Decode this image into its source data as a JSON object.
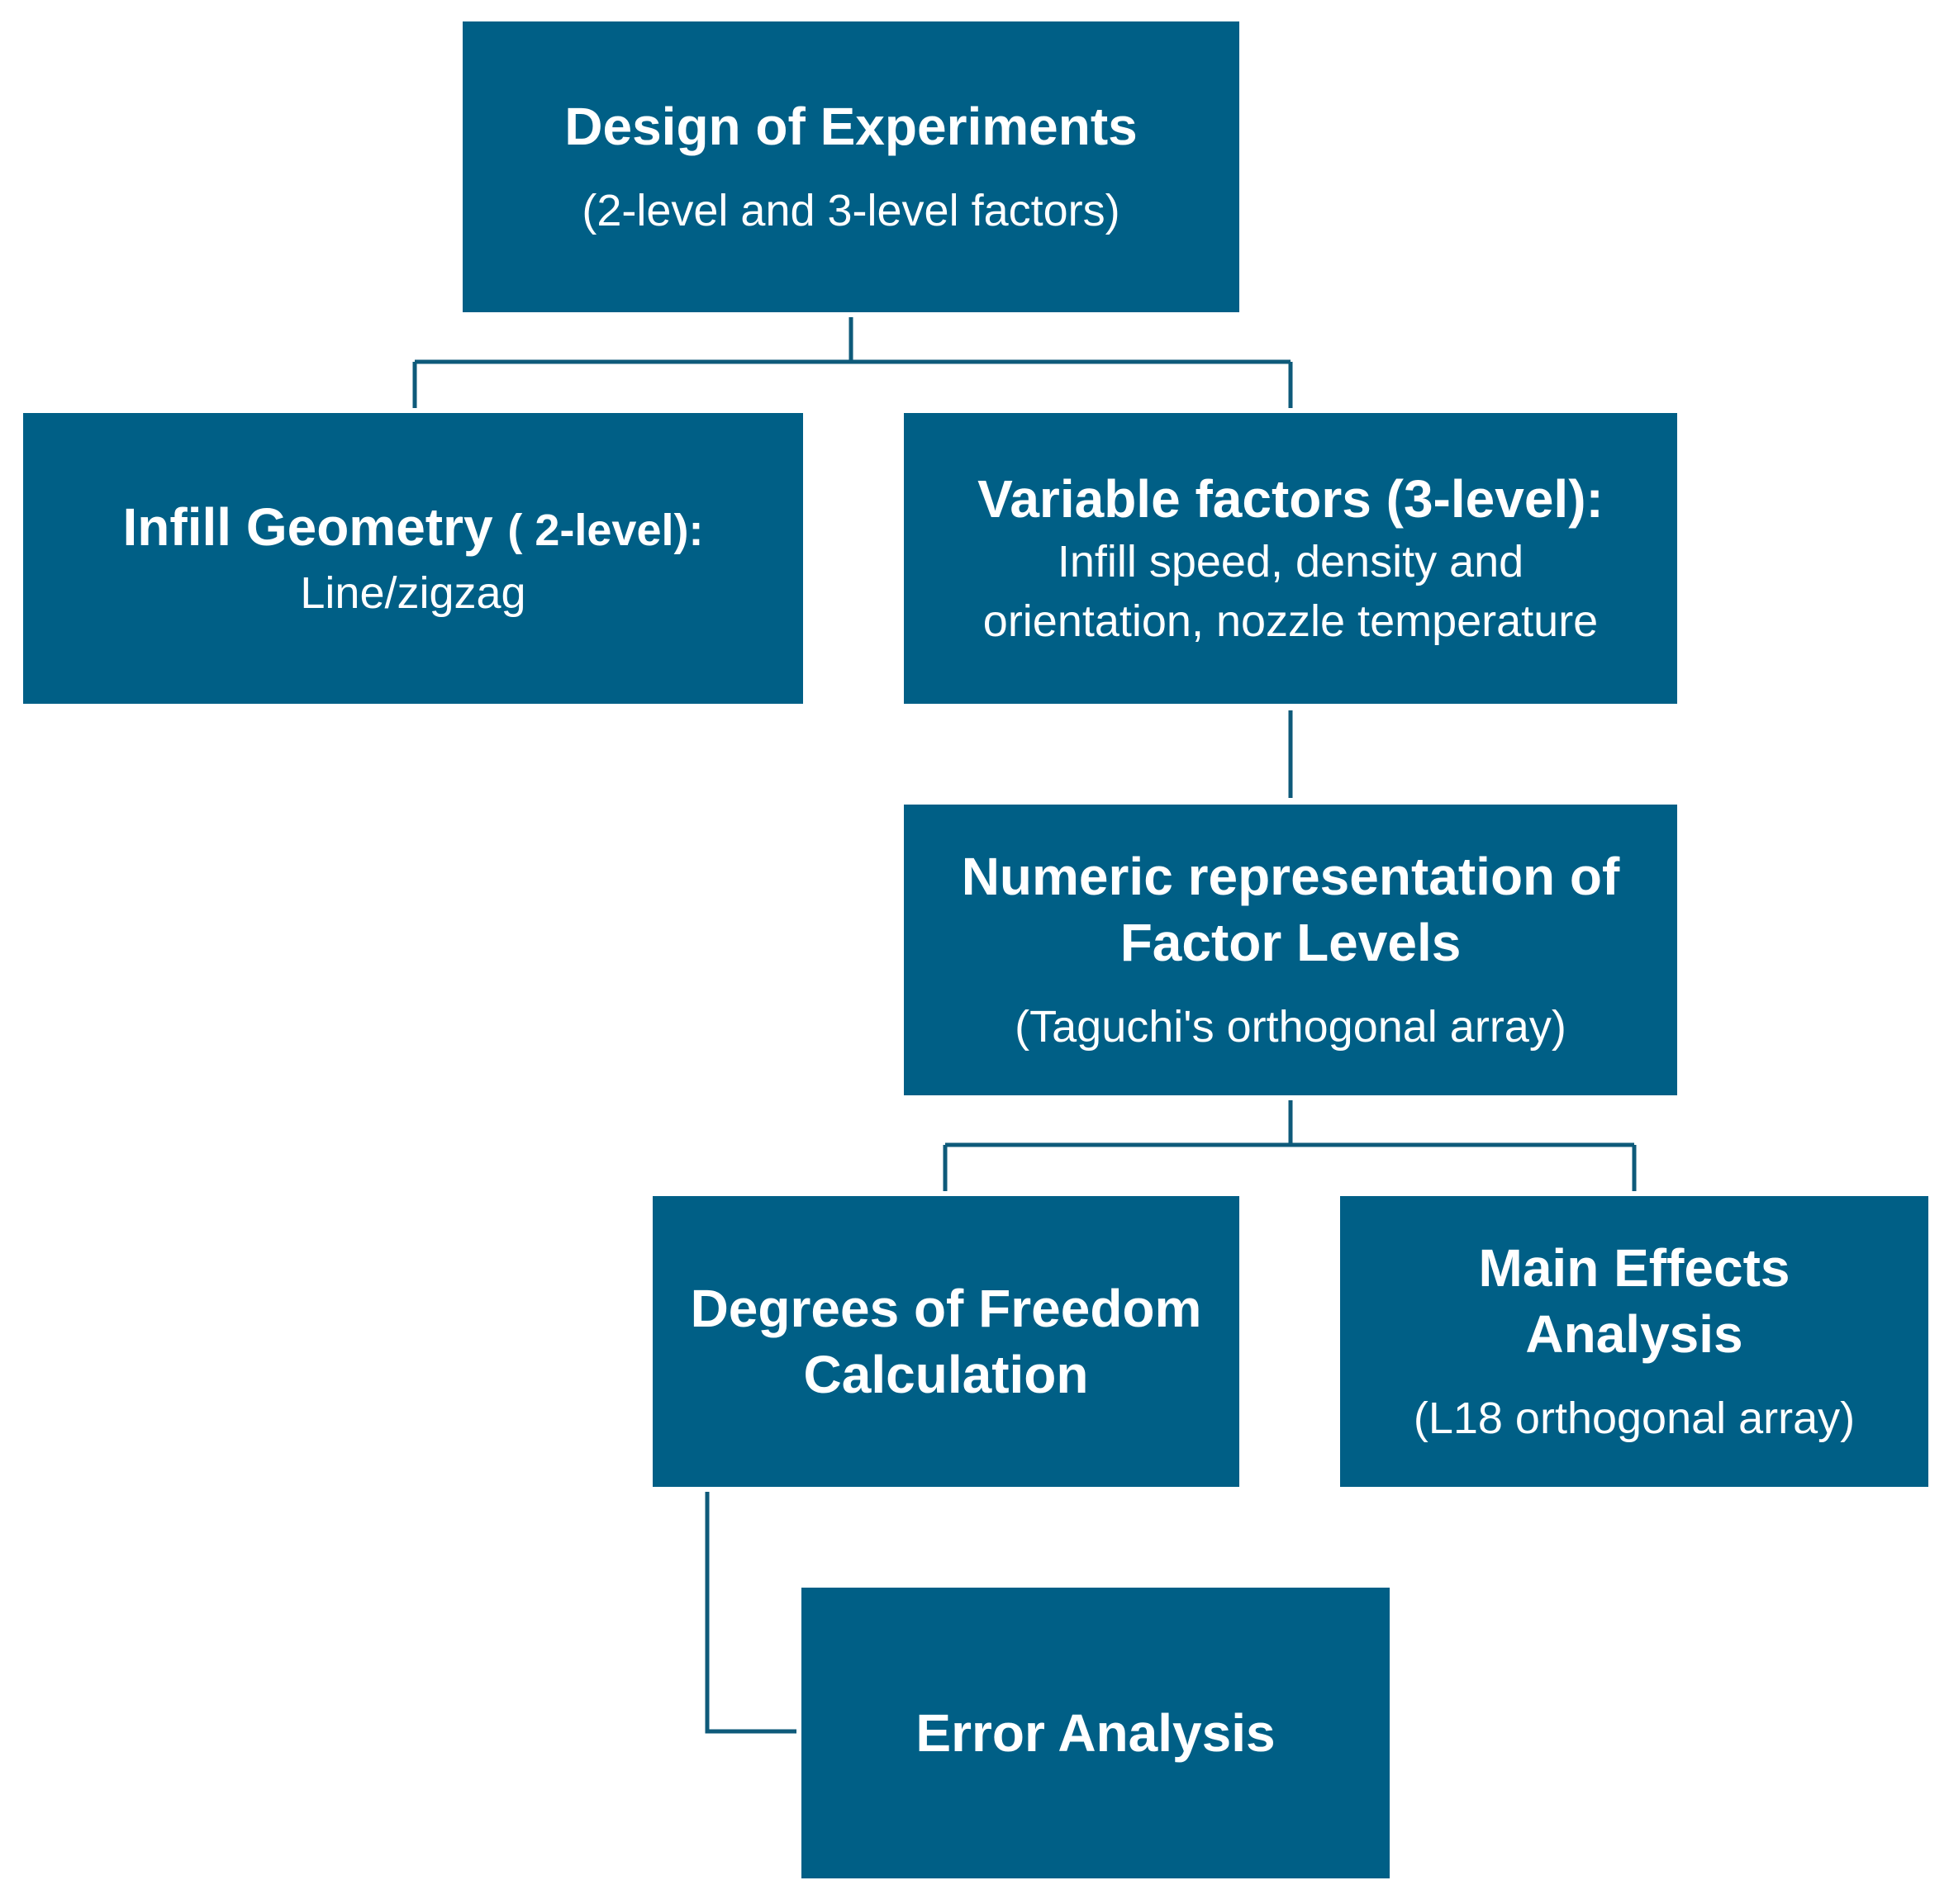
{
  "colors": {
    "box_fill": "#005f86",
    "connector": "#0e5a7a",
    "text": "#ffffff",
    "background": "#ffffff"
  },
  "nodes": {
    "doe": {
      "title": "Design of Experiments",
      "subtitle": "(2-level and 3-level factors)"
    },
    "infill": {
      "title": "Infill Geometry",
      "title_suffix": "( 2-level):",
      "body": "Line/zigzag"
    },
    "variable": {
      "title": "Variable factors (3-level):",
      "body_line1": "Infill speed, density and",
      "body_line2": "orientation, nozzle temperature"
    },
    "numeric": {
      "title_line1": "Numeric representation of",
      "title_line2": "Factor Levels",
      "subtitle": "(Taguchi's orthogonal array)"
    },
    "dof": {
      "title_line1": "Degrees of Freedom",
      "title_line2": "Calculation"
    },
    "main_effects": {
      "title_line1": "Main Effects",
      "title_line2": "Analysis",
      "subtitle": "(L18 orthogonal array)"
    },
    "error": {
      "title": "Error Analysis"
    }
  },
  "connections": [
    {
      "from": "doe",
      "to": "infill"
    },
    {
      "from": "doe",
      "to": "variable"
    },
    {
      "from": "variable",
      "to": "numeric"
    },
    {
      "from": "numeric",
      "to": "dof"
    },
    {
      "from": "numeric",
      "to": "main_effects"
    },
    {
      "from": "dof",
      "to": "error"
    }
  ]
}
